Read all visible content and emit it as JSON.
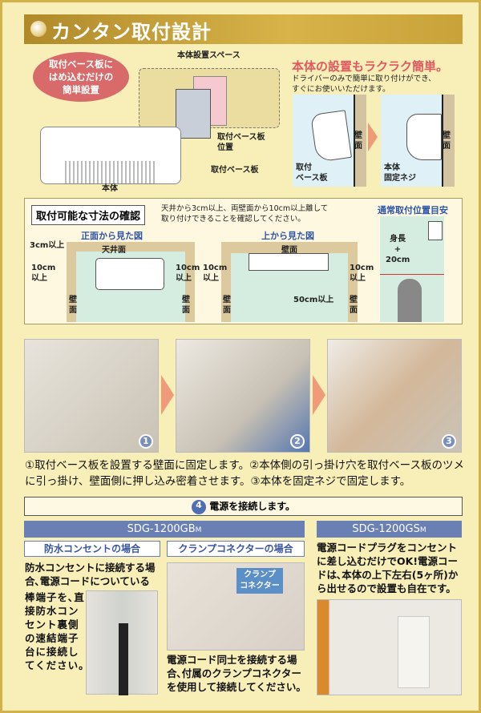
{
  "header": {
    "title": "カンタン取付設計"
  },
  "top": {
    "bubble": [
      "取付ベース板に",
      "はめ込むだけの",
      "簡単設置"
    ],
    "space_label": "本体設置スペース",
    "plate_pos_label": [
      "取付ベース板",
      "位置"
    ],
    "plate_label": "取付ベース板",
    "body_label": "本体",
    "headline": "本体の設置もラクラク簡単。",
    "desc": [
      "ドライバーのみで簡単に取り付けができ、",
      "すぐにお使いいただけます。"
    ],
    "wall": "壁面",
    "plate_small": [
      "取付",
      "ベース板"
    ],
    "screw": [
      "本体",
      "固定ネジ"
    ]
  },
  "dims": {
    "title": "取付可能な寸法の確認",
    "note": [
      "天井から3cm以上、両壁面から10cm以上離して",
      "取り付けできることを確認してください。"
    ],
    "front_title": "正面から見た図",
    "top_title": "上から見た図",
    "normal_title": "通常取付位置目安",
    "ceiling": "天井面",
    "wall": "壁面",
    "gap3": "3cm以上",
    "gap10": [
      "10cm",
      "以上"
    ],
    "gap50": "50cm以上",
    "height": [
      "身長",
      "+",
      "20cm"
    ]
  },
  "steps": {
    "nums": [
      "1",
      "2",
      "3"
    ],
    "caption": "①取付ベース板を設置する壁面に固定します。②本体側の引っ掛け穴を取付ベース板のツメに引っ掛け、壁面側に押し込み密着させます。③本体を固定ネジで固定します。",
    "step4_num": "4",
    "step4": "電源を接続します。"
  },
  "gb": {
    "model": "SDG-1200GB",
    "suffix": "M",
    "waterproof_title": "防水コンセントの場合",
    "waterproof_text1": [
      "防水コンセントに接続する場",
      "合､電源コードについている"
    ],
    "waterproof_text2": [
      "棒端子を､直",
      "接防水コン",
      "セント裏側",
      "の速結端子",
      "台に接続し",
      "てください。"
    ],
    "clamp_title": "クランプコネクターの場合",
    "clamp_tag": [
      "クランプ",
      "コネクター"
    ],
    "clamp_text": [
      "電源コード同士を接続する場",
      "合､付属のクランプコネクター",
      "を使用して接続してください。"
    ]
  },
  "gs": {
    "model": "SDG-1200GS",
    "suffix": "M",
    "text": [
      "電源コードプラグをコンセント",
      "に差し込むだけでOK!電源コー",
      "ドは､本体の上下左右(5ヶ所)か",
      "ら出せるので設置も自在です。"
    ]
  },
  "colors": {
    "accent_red": "#e0595f",
    "blue": "#2f55a8",
    "model_bar": "#6a7fb4",
    "gold": "#c9a23a"
  }
}
